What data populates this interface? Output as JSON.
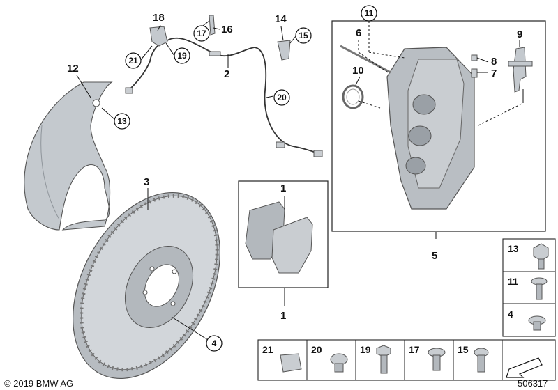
{
  "copyright": "© 2019 BMW AG",
  "diagram_id": "506317",
  "colors": {
    "part_fill": "#c9cdd1",
    "part_dark": "#8f959b",
    "line": "#111111",
    "box": "#222222"
  },
  "callouts": {
    "p1": "1",
    "p2": "2",
    "p3": "3",
    "p4": "4",
    "p5": "5",
    "p6": "6",
    "p7": "7",
    "p8": "8",
    "p9": "9",
    "p10": "10",
    "p11": "11",
    "p12": "12",
    "p13": "13",
    "p14": "14",
    "p15": "15",
    "p16": "16",
    "p17": "17",
    "p18": "18",
    "p19": "19",
    "p20": "20",
    "p21": "21"
  },
  "fastener_table": {
    "side": [
      "13",
      "11",
      "4"
    ],
    "bottom": [
      "21",
      "20",
      "19",
      "17",
      "15"
    ]
  }
}
